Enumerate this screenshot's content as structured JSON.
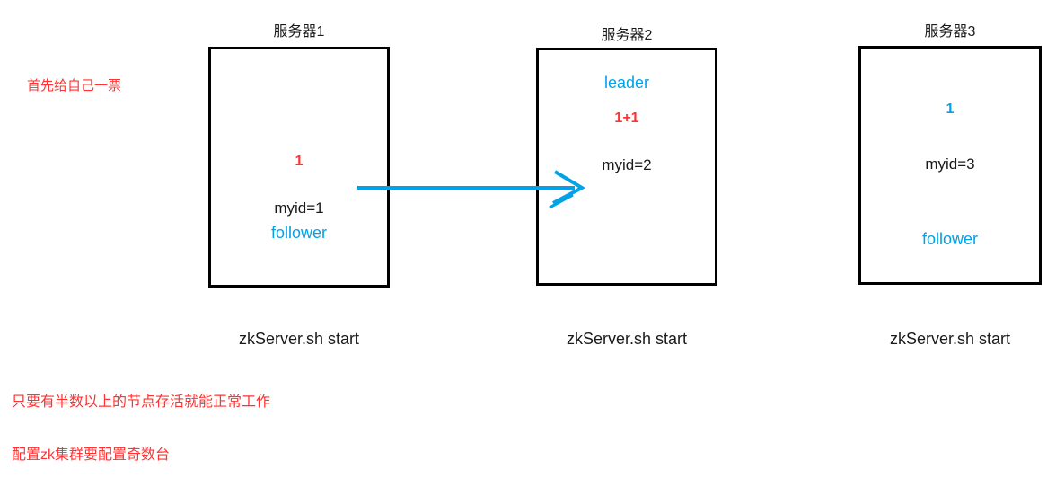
{
  "colors": {
    "red": "#ff3333",
    "blue": "#00a2e8",
    "black": "#1a1a1a"
  },
  "notes": {
    "vote_self": "首先给自己一票",
    "quorum": "只要有半数以上的节点存活就能正常工作",
    "odd_count": "配置zk集群要配置奇数台"
  },
  "servers": [
    {
      "title": "服务器1",
      "vote": "1",
      "myid": "myid=1",
      "role": "follower",
      "command": "zkServer.sh start"
    },
    {
      "title": "服务器2",
      "vote": "1+1",
      "myid": "myid=2",
      "role": "leader",
      "command": "zkServer.sh start"
    },
    {
      "title": "服务器3",
      "vote": "1",
      "myid": "myid=3",
      "role": "follower",
      "command": "zkServer.sh start"
    }
  ],
  "arrow": {
    "color": "#00a2e8"
  }
}
